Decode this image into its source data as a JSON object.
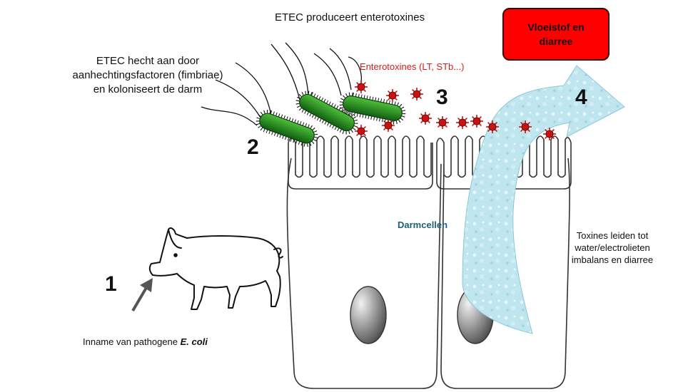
{
  "labels": {
    "title": "ETEC produceert enterotoxines",
    "attach": "ETEC hecht aan door aanhechtingsfactoren (fimbriae) en koloniseert de darm",
    "enterotoxines": "Enterotoxines (LT, STb...)",
    "darmcellen": "Darmcellen",
    "toxines": "Toxines leiden tot water/electrolieten imbalans en diarree",
    "inname_prefix": "Inname van pathogene ",
    "inname_ecoli": "E. coli",
    "vloeistof": "Vloeistof en diarree"
  },
  "steps": [
    "1",
    "2",
    "3",
    "4"
  ],
  "colors": {
    "bacteria": "#1e8a1e",
    "toxin": "#cc1111",
    "fluid": "#bfe6ef",
    "box": "#ff0000"
  },
  "icons": [
    "pig-icon",
    "bacterium-icon",
    "toxin-star-icon",
    "fluid-arrow-icon",
    "arrow-icon"
  ]
}
